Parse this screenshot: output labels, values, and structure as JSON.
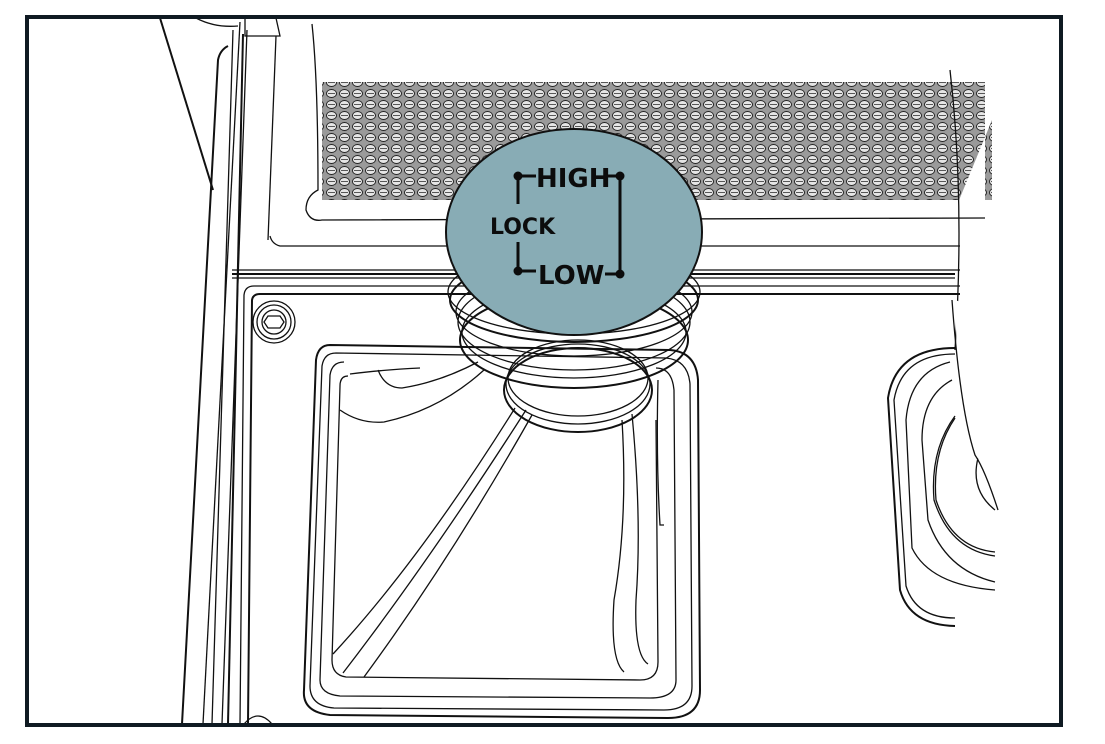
{
  "figure": {
    "subject": "gear-selector-knob",
    "frame_color": "#0f1a22",
    "knob_color": "#88acb5",
    "grille_color": "#8a8a8a"
  },
  "knob": {
    "labels": {
      "high": "HIGH",
      "lock": "LOCK",
      "low": "LOW"
    }
  }
}
